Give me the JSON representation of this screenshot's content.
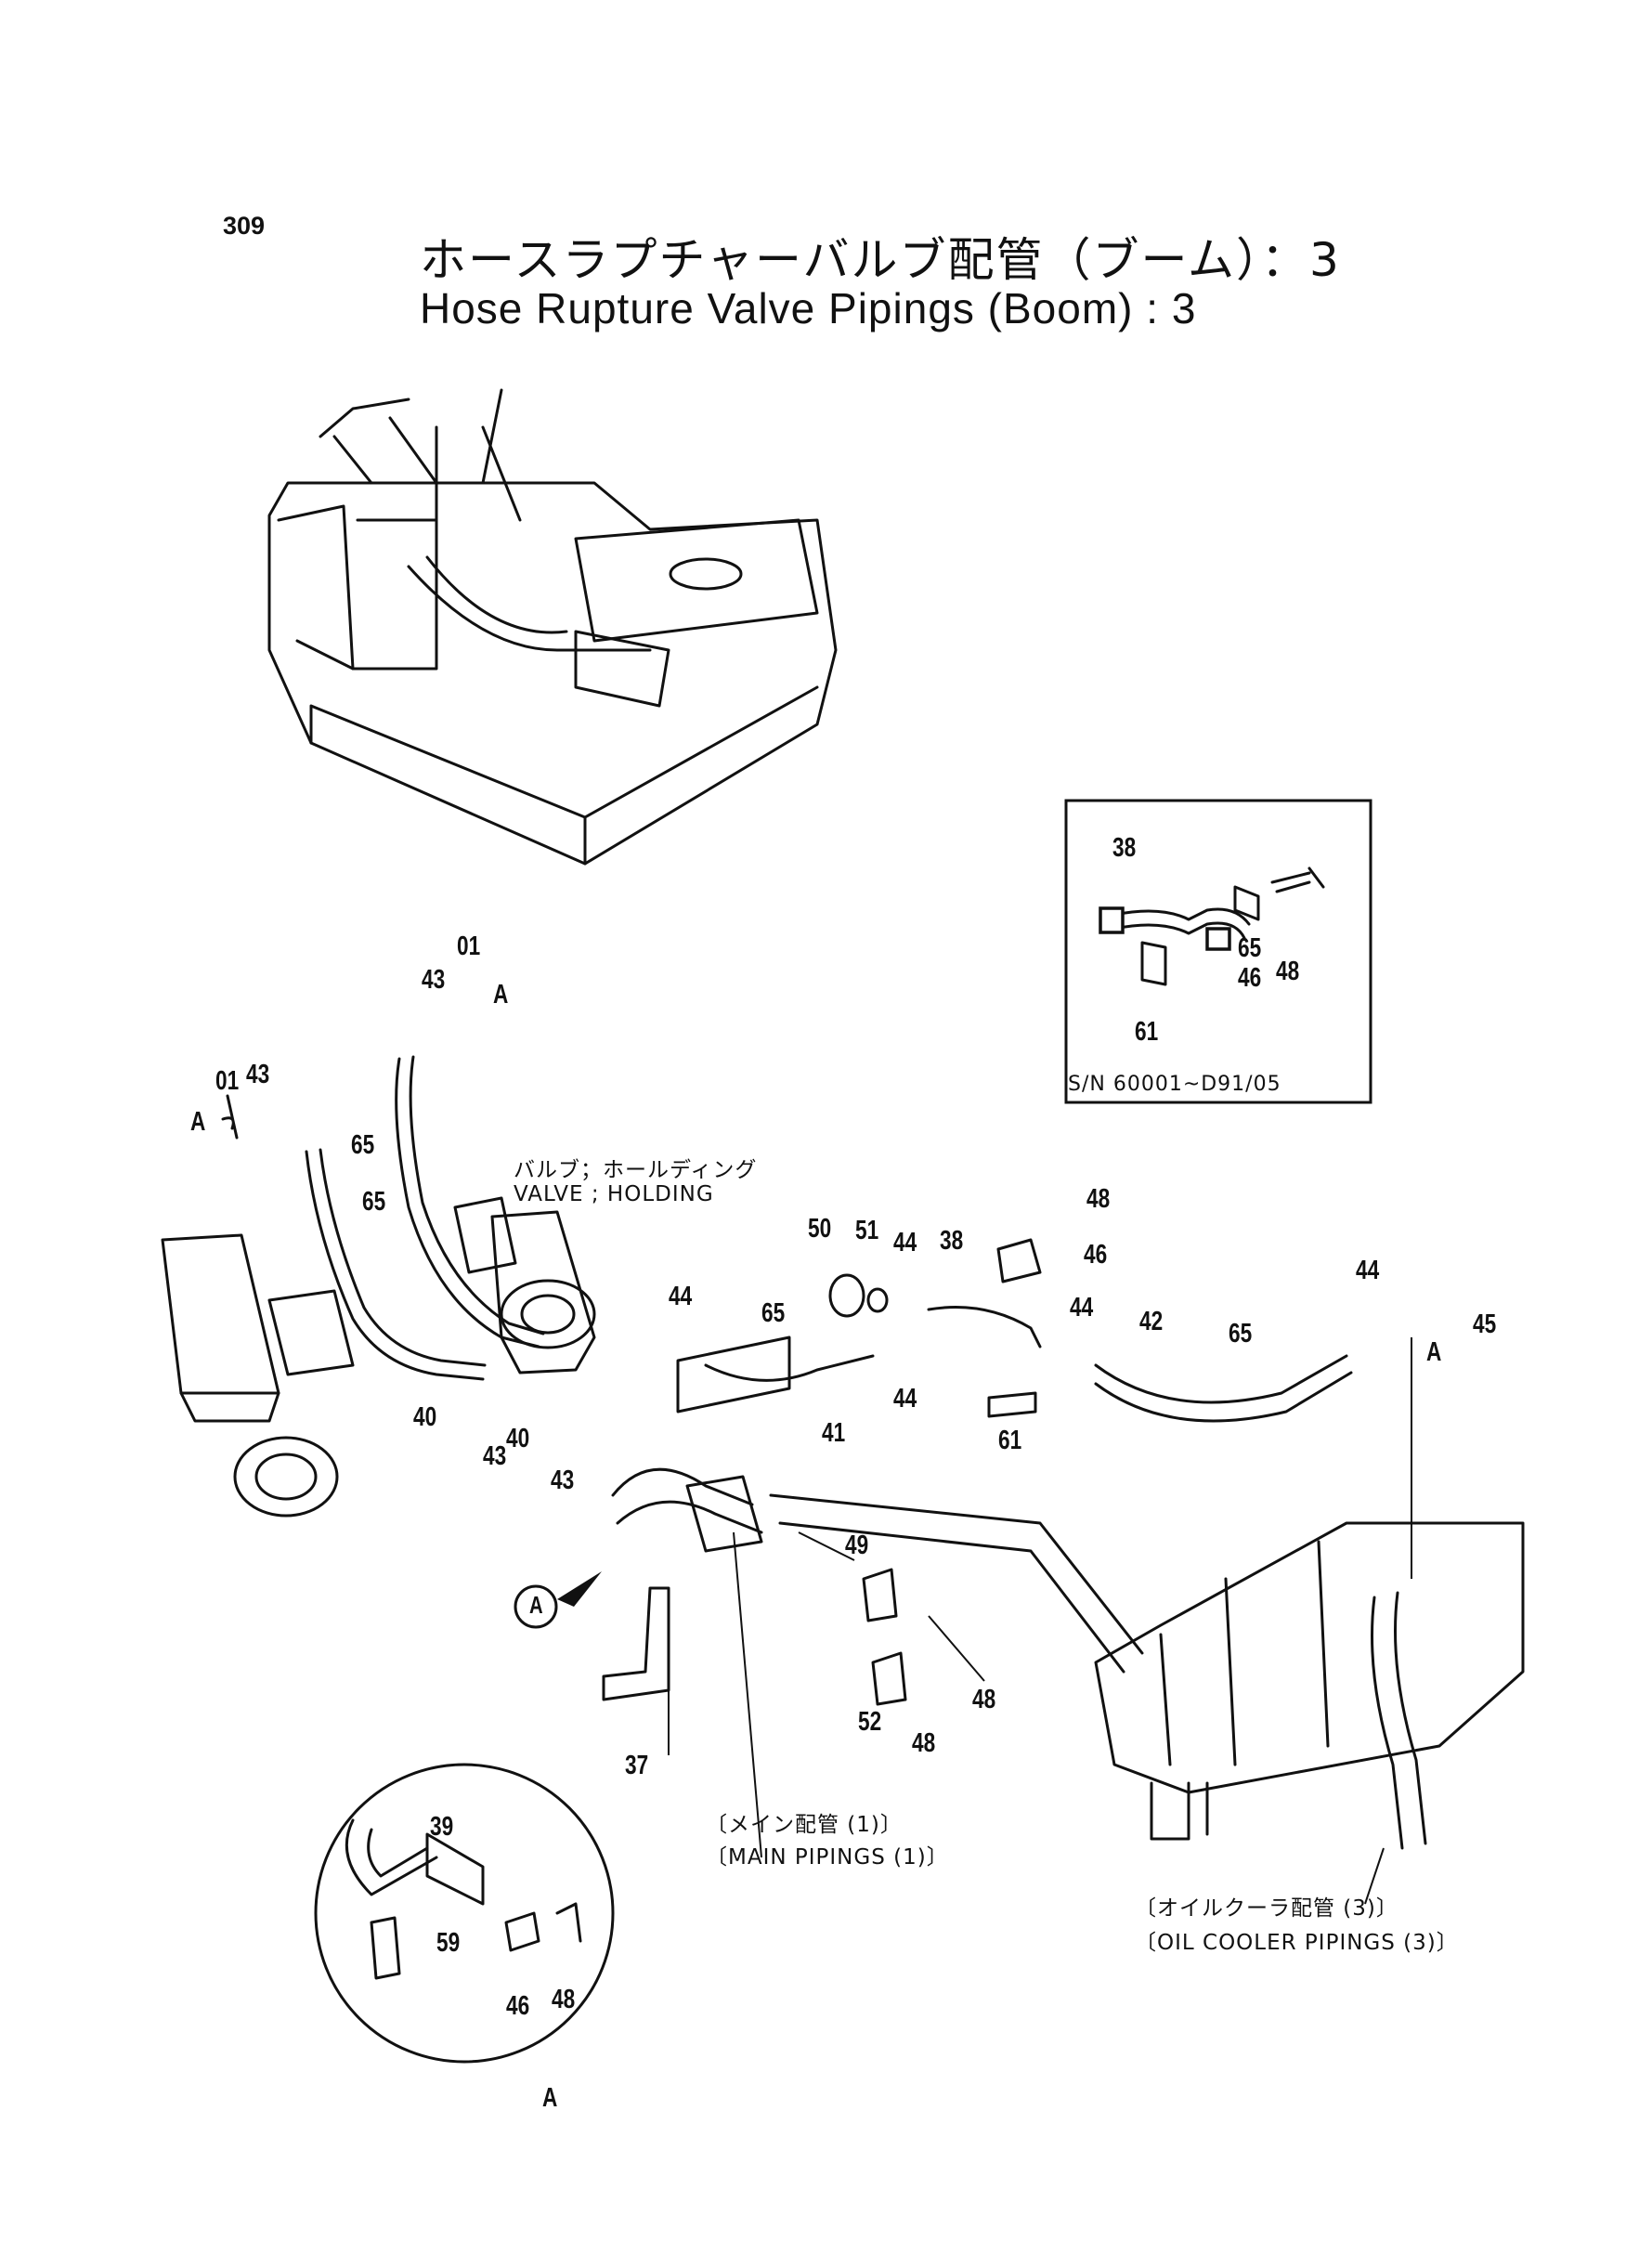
{
  "page_number": "309",
  "title_ja": "ホースラプチャーバルブ配管（ブーム）：3",
  "title_en": "Hose Rupture Valve Pipings (Boom) : 3",
  "inset": {
    "serial_range": "S/N 60001~D91/05"
  },
  "notes": {
    "valve_ja": "バルブ；ホールディング",
    "valve_en": "VALVE ; HOLDING",
    "main_ja": "〔メイン配管 (1)〕",
    "main_en": "〔MAIN PIPINGS (1)〕",
    "oil_ja": "〔オイルクーラ配管 (3)〕",
    "oil_en": "〔OIL COOLER PIPINGS (3)〕"
  },
  "view_marker": "A",
  "detail_view_letter": "A",
  "parts": [
    "01",
    "01",
    "37",
    "38",
    "38",
    "39",
    "40",
    "40",
    "41",
    "42",
    "43",
    "43",
    "43",
    "43",
    "44",
    "44",
    "44",
    "44",
    "44",
    "45",
    "46",
    "46",
    "46",
    "48",
    "48",
    "48",
    "48",
    "48",
    "49",
    "50",
    "51",
    "52",
    "59",
    "61",
    "61",
    "65",
    "65",
    "65",
    "65",
    "65",
    "A",
    "A",
    "A"
  ]
}
